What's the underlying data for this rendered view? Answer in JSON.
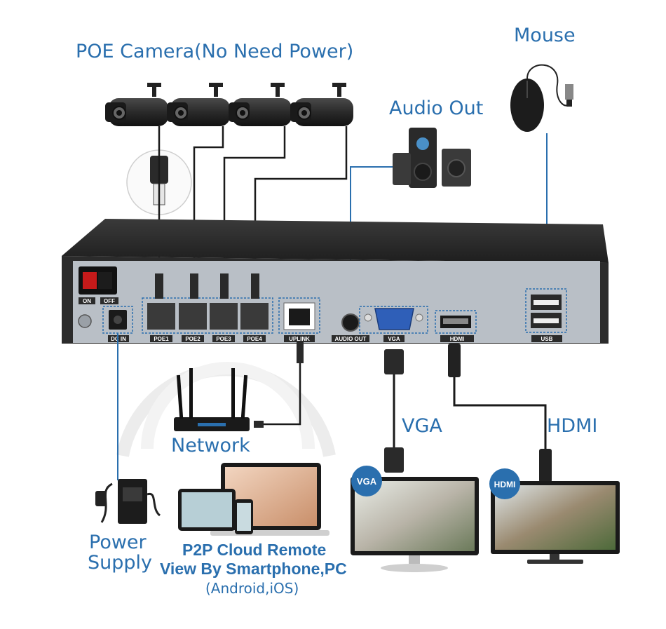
{
  "labels": {
    "poe_camera": "POE Camera(No Need Power)",
    "mouse": "Mouse",
    "audio_out": "Audio Out",
    "network": "Network",
    "vga": "VGA",
    "hdmi": "HDMI",
    "power": "Power",
    "supply": "Supply",
    "p2p_line1": "P2P Cloud Remote",
    "p2p_line2": "View By Smartphone,PC",
    "p2p_line3": "(Android,iOS)"
  },
  "nvr_ports": {
    "on": "ON",
    "off": "OFF",
    "dc_in": "DC IN",
    "poe1": "POE1",
    "poe2": "POE2",
    "poe3": "POE3",
    "poe4": "POE4",
    "uplink": "UPLINK",
    "audio_out": "AUDIO OUT",
    "vga": "VGA",
    "hdmi": "HDMI",
    "usb": "USB"
  },
  "badges": {
    "vga": "VGA",
    "hdmi": "HDMI"
  },
  "colors": {
    "label_blue": "#2a6fae",
    "nvr_body": "#2b2b2b",
    "nvr_panel": "#b9bfc6",
    "cable": "#1a1a1a"
  }
}
